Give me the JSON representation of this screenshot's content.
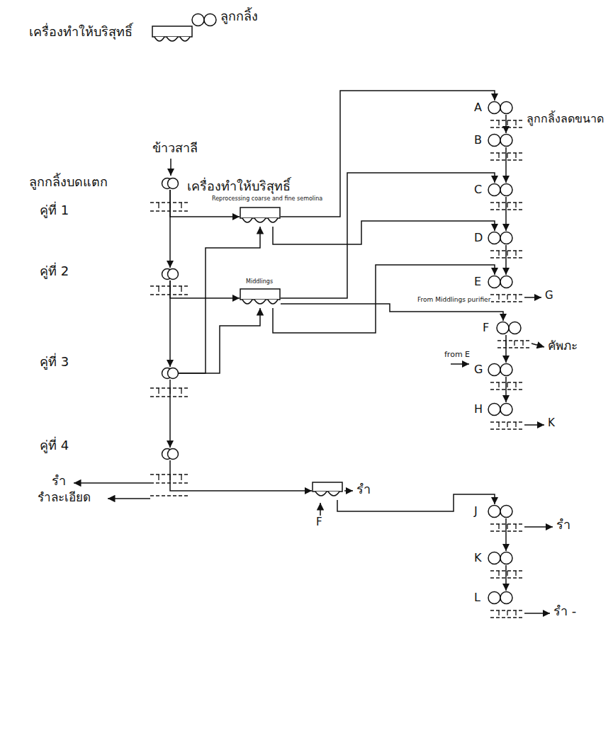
{
  "diagram": {
    "nodes": [
      {
        "text": [
          "ลูกกลิ้งบดแตก",
          "คู่ที่ 1"
        ]
      },
      {
        "text": [
          "คู่ที่ 2"
        ]
      },
      {
        "text": [
          "คู่ที่ 3"
        ]
      },
      {
        "text": [
          "คู่ที่ 4"
        ]
      },
      {
        "text": [
          "เครื่องทำให้บริสุทธิ์",
          "Reprocessing coarse and fine semolina"
        ]
      },
      {
        "text": [
          "Middlings"
        ]
      },
      {
        "text": [
          "รำ"
        ]
      },
      {
        "text": [
          "A"
        ]
      },
      {
        "text": [
          "B"
        ]
      },
      {
        "text": [
          "C"
        ]
      },
      {
        "text": [
          "D"
        ]
      },
      {
        "text": [
          "E"
        ]
      },
      {
        "text": [
          "F"
        ]
      },
      {
        "text": [
          "G"
        ]
      },
      {
        "text": [
          "H"
        ]
      },
      {
        "text": [
          "J"
        ]
      },
      {
        "text": [
          "K"
        ]
      },
      {
        "text": [
          "L"
        ]
      }
    ],
    "edges": [
      {
        "from": 0,
        "to": 1,
        "arrow": "to"
      },
      {
        "from": 1,
        "to": 2,
        "arrow": "to"
      },
      {
        "from": 2,
        "to": 3,
        "arrow": "to"
      },
      {
        "from": 0,
        "to": 4,
        "arrow": "to"
      },
      {
        "from": 1,
        "to": 5,
        "arrow": "to"
      },
      {
        "from": 2,
        "to": 4,
        "arrow": "to"
      },
      {
        "from": 2,
        "to": 5,
        "arrow": "to"
      },
      {
        "from": 3,
        "to": 6,
        "arrow": "to"
      },
      {
        "from": 4,
        "to": 7,
        "arrow": "to"
      },
      {
        "from": 5,
        "to": 9,
        "arrow": "to"
      },
      {
        "from": 4,
        "to": 10,
        "arrow": "to"
      },
      {
        "from": 5,
        "to": 11,
        "arrow": "to"
      },
      {
        "from": 7,
        "to": 8,
        "arrow": "to"
      },
      {
        "from": 8,
        "to": 9,
        "arrow": "to"
      },
      {
        "from": 9,
        "to": 10,
        "arrow": "to"
      },
      {
        "from": 10,
        "to": 11,
        "arrow": "to"
      },
      {
        "from": 5,
        "to": 12,
        "arrow": "to"
      },
      {
        "from": 12,
        "to": 13,
        "arrow": "to"
      },
      {
        "from": 13,
        "to": 14,
        "arrow": "to"
      },
      {
        "from": 6,
        "to": 15,
        "arrow": "to"
      },
      {
        "from": 15,
        "to": 16,
        "arrow": "to"
      },
      {
        "from": 16,
        "to": 17,
        "arrow": "to"
      }
    ],
    "labels": [
      "ข้าวสาลี",
      "รำ",
      "รำละเอียด",
      "F",
      "ลูกกลิ้งลดขนาด",
      "G",
      "From Middlings purifier",
      "คัพภะ",
      "from E",
      "K",
      "รำ",
      "รำ -"
    ],
    "legend": [
      {
        "text": "เครื่องทำให้บริสุทธิ์"
      },
      {
        "text": "ลูกกลิ้ง"
      }
    ]
  }
}
